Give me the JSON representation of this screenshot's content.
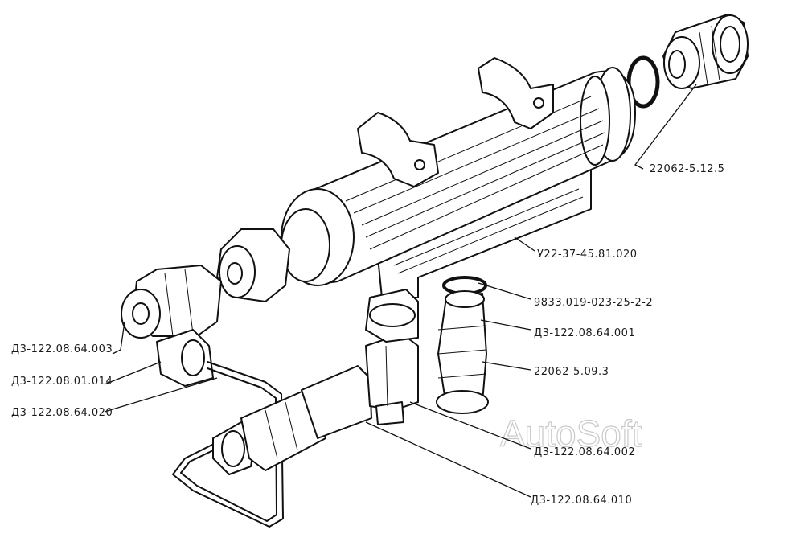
{
  "labels": {
    "ring_22062_5_12_5": "22062-5.12.5",
    "body_u22": "У22-37-45.81.020",
    "washer_9833": "9833.019-023-25-2-2",
    "fitting_d3_001": "Д3-122.08.64.001",
    "ring_22062_5_09_3": "22062-5.09.3",
    "tee_d3_002": "Д3-122.08.64.002",
    "nut_d3_010": "Д3-122.08.64.010",
    "nut_d3_003": "Д3-122.08.64.003",
    "elbow_d3_014": "Д3-122.08.01.014",
    "tube_d3_020": "Д3-122.08.64.020"
  },
  "watermark": "AutoSoft"
}
